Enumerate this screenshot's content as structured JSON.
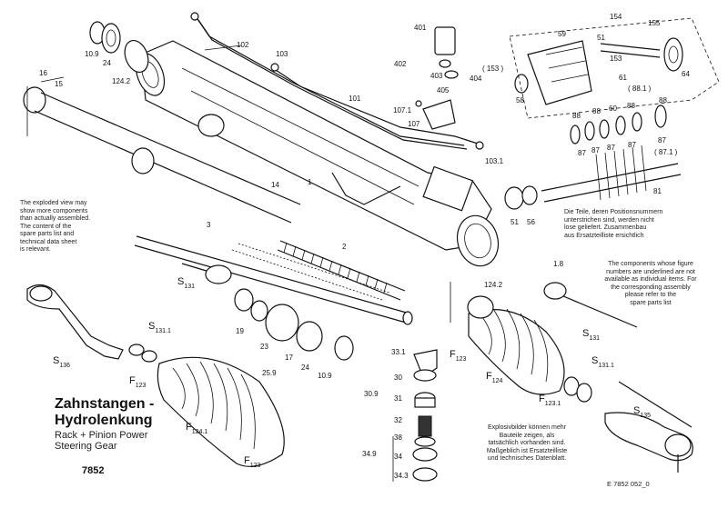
{
  "title": {
    "line1": "Zahnstangen -",
    "line2": "Hydrolenkung"
  },
  "subtitle": {
    "line1": "Rack + Pinion Power",
    "line2": "Steering Gear"
  },
  "code": "7852",
  "reference": "E 7852 052_0",
  "notes": {
    "exploded_en": [
      "The exploded view may",
      "show more components",
      "than actually assembled.",
      "The content of the",
      "spare parts list and",
      "technical data sheet",
      "is relevant."
    ],
    "underlined_de": [
      "Die Teile, deren Positionsnummern",
      "unterstrichen sind, werden nicht",
      "lose geliefert. Zusammenbau",
      "aus Ersatzteilliste ersichtlich"
    ],
    "underlined_en": [
      "The components whose figure",
      "numbers are underlined are not",
      "available as individual items. For",
      "the corresponding assembly",
      "please refer to the",
      "spare parts list"
    ],
    "exploded_de": [
      "Explosivbilder können mehr",
      "Bauteile zeigen, als",
      "tatsächlich vorhanden sind.",
      "Maßgeblich ist Ersatzteilliste",
      "und technisches Datenblatt."
    ]
  },
  "labels": {
    "l_10_9a": "10.9",
    "l_24a": "24",
    "l_124_2a": "124.2",
    "l_102": "102",
    "l_103": "103",
    "l_401": "401",
    "l_402": "402",
    "l_403": "403",
    "l_404": "404",
    "l_405": "405",
    "l_153p": "( 153 )",
    "l_59": "59",
    "l_154": "154",
    "l_155": "155",
    "l_51a": "51",
    "l_153": "153",
    "l_64": "64",
    "l_61": "61",
    "l_58": "58",
    "l_88_1p": "( 88.1 )",
    "l_88a": "88",
    "l_16": "16",
    "l_15": "15",
    "l_101": "101",
    "l_107_1": "107.1",
    "l_107": "107",
    "l_103_1": "103.1",
    "l_88b": "88",
    "l_88c": "88",
    "l_60": "60",
    "l_88d": "88",
    "l_87a": "87",
    "l_87b": "87",
    "l_87c": "87",
    "l_87d": "87",
    "l_87e": "87",
    "l_87_1p": "( 87.1 )",
    "l_81": "81",
    "l_14": "14",
    "l_1": "1",
    "l_3": "3",
    "l_2": "2",
    "l_51b": "51",
    "l_56": "56",
    "l_1_8": "1.8",
    "l_124_2b": "124.2",
    "l_19": "19",
    "l_23": "23",
    "l_17": "17",
    "l_25_9": "25.9",
    "l_24b": "24",
    "l_10_9b": "10.9",
    "l_33_1": "33.1",
    "l_30": "30",
    "l_30_9": "30.9",
    "l_31": "31",
    "l_32": "32",
    "l_38": "38",
    "l_34": "34",
    "l_34_9": "34.9",
    "l_34_3": "34.3"
  },
  "sub_labels": {
    "s131a": {
      "main": "S",
      "sub": "131"
    },
    "s131_1a": {
      "main": "S",
      "sub": "131.1"
    },
    "s136": {
      "main": "S",
      "sub": "136"
    },
    "f123a": {
      "main": "F",
      "sub": "123"
    },
    "f124_1": {
      "main": "F",
      "sub": "124.1"
    },
    "f123b": {
      "main": "F",
      "sub": "123"
    },
    "f123c": {
      "main": "F",
      "sub": "123"
    },
    "f124": {
      "main": "F",
      "sub": "124"
    },
    "f123_1": {
      "main": "F",
      "sub": "123.1"
    },
    "s131b": {
      "main": "S",
      "sub": "131"
    },
    "s131_1b": {
      "main": "S",
      "sub": "131.1"
    },
    "s135": {
      "main": "S",
      "sub": "135"
    }
  }
}
